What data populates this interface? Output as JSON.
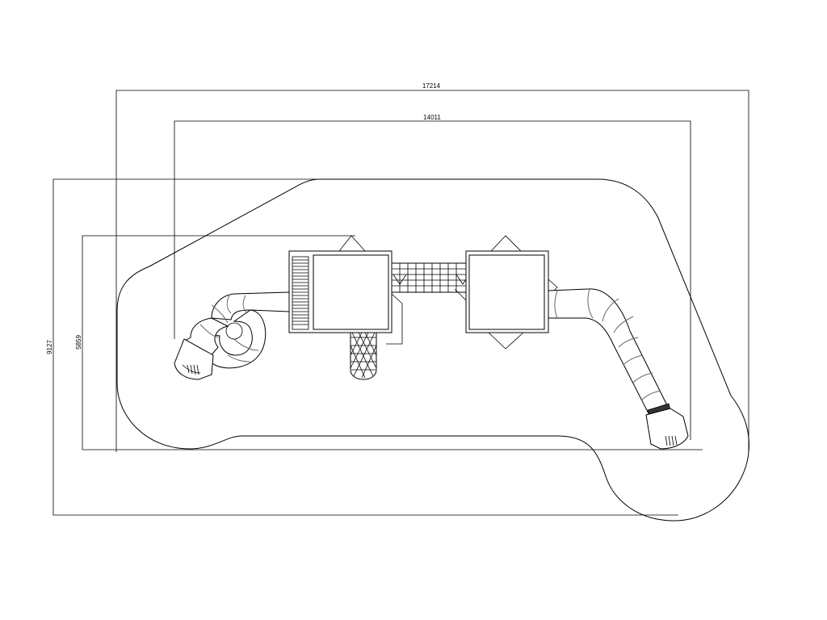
{
  "drawing": {
    "dimensions": {
      "overall_width": "17214",
      "inner_width": "14011",
      "overall_depth": "9127",
      "inner_depth": "5859"
    }
  }
}
